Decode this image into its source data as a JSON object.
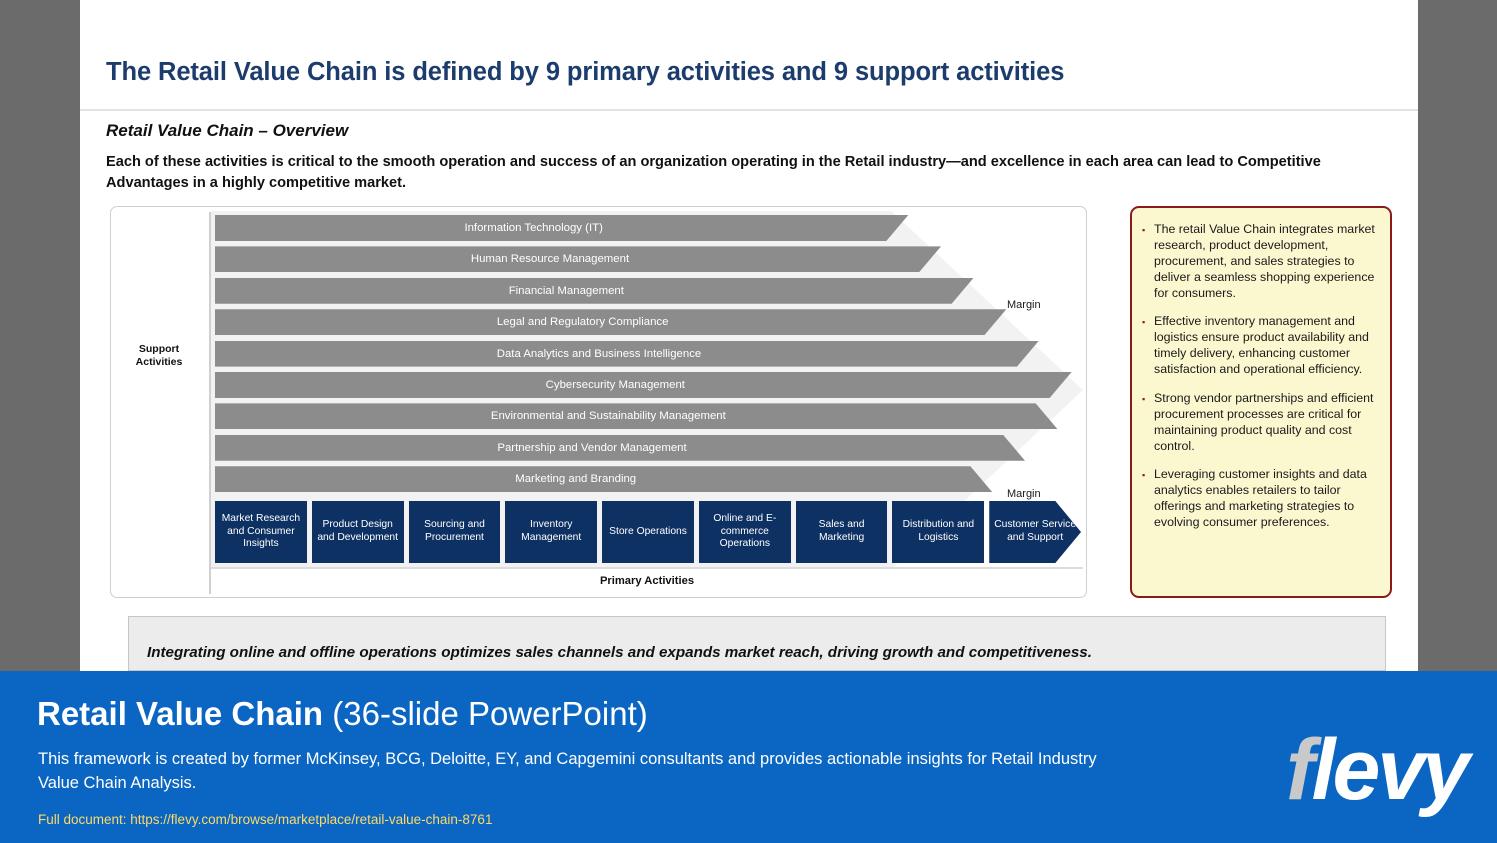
{
  "slide": {
    "title": "The Retail Value Chain is defined by 9 primary activities and 9 support activities",
    "subhead": "Retail Value Chain – Overview",
    "lead": "Each of these activities is critical to the smooth operation and success of an organization operating in the Retail industry—and excellence in each area can lead to Competitive Advantages in a highly competitive market.",
    "takeaway": "Integrating online and offline operations optimizes sales channels and expands market reach, driving growth and competitiveness."
  },
  "diagram": {
    "support_label": "Support\nActivities",
    "primary_label": "Primary Activities",
    "margin_top_label": "Margin",
    "margin_bottom_label": "Margin",
    "support_activities": [
      "Information Technology (IT)",
      "Human Resource Management",
      "Financial Management",
      "Legal and Regulatory Compliance",
      "Data Analytics and Business Intelligence",
      "Cybersecurity Management",
      "Environmental and Sustainability Management",
      "Partnership and Vendor Management",
      "Marketing and Branding"
    ],
    "primary_activities": [
      "Market Research and Consumer Insights",
      "Product Design and Development",
      "Sourcing and Procurement",
      "Inventory Management",
      "Store Operations",
      "Online and E-commerce Operations",
      "Sales and Marketing",
      "Distribution and Logistics",
      "Customer Service and Support"
    ],
    "connector_icon": "double-chevron-right-icon",
    "colors": {
      "support_bar": "#8c8c8c",
      "primary_box": "#0e3163",
      "chevron_backdrop": "#f2f2f2",
      "connector": "#8b1a1a"
    }
  },
  "insights": {
    "bullet_glyph": "▪",
    "items": [
      "The retail Value Chain integrates market research, product development, procurement, and sales strategies to deliver a seamless shopping experience for consumers.",
      "Effective inventory management and logistics ensure product availability and timely delivery, enhancing customer satisfaction and operational efficiency.",
      "Strong vendor partnerships and efficient procurement processes are critical for maintaining product quality and cost control.",
      "Leveraging customer insights and data analytics enables retailers to tailor offerings and marketing strategies to evolving consumer preferences."
    ],
    "colors": {
      "fill": "#fbf8d0",
      "border": "#8b1a1a"
    }
  },
  "banner": {
    "title_strong": "Retail Value Chain",
    "title_rest": " (36-slide PowerPoint)",
    "description": "This framework is created by former McKinsey, BCG, Deloitte, EY, and Capgemini consultants and provides actionable insights for Retail Industry Value Chain Analysis.",
    "link": "Full document: https://flevy.com/browse/marketplace/retail-value-chain-8761",
    "logo_first": "f",
    "logo_rest": "levy",
    "colors": {
      "background": "#0a66c2",
      "link": "#ffd966"
    }
  }
}
